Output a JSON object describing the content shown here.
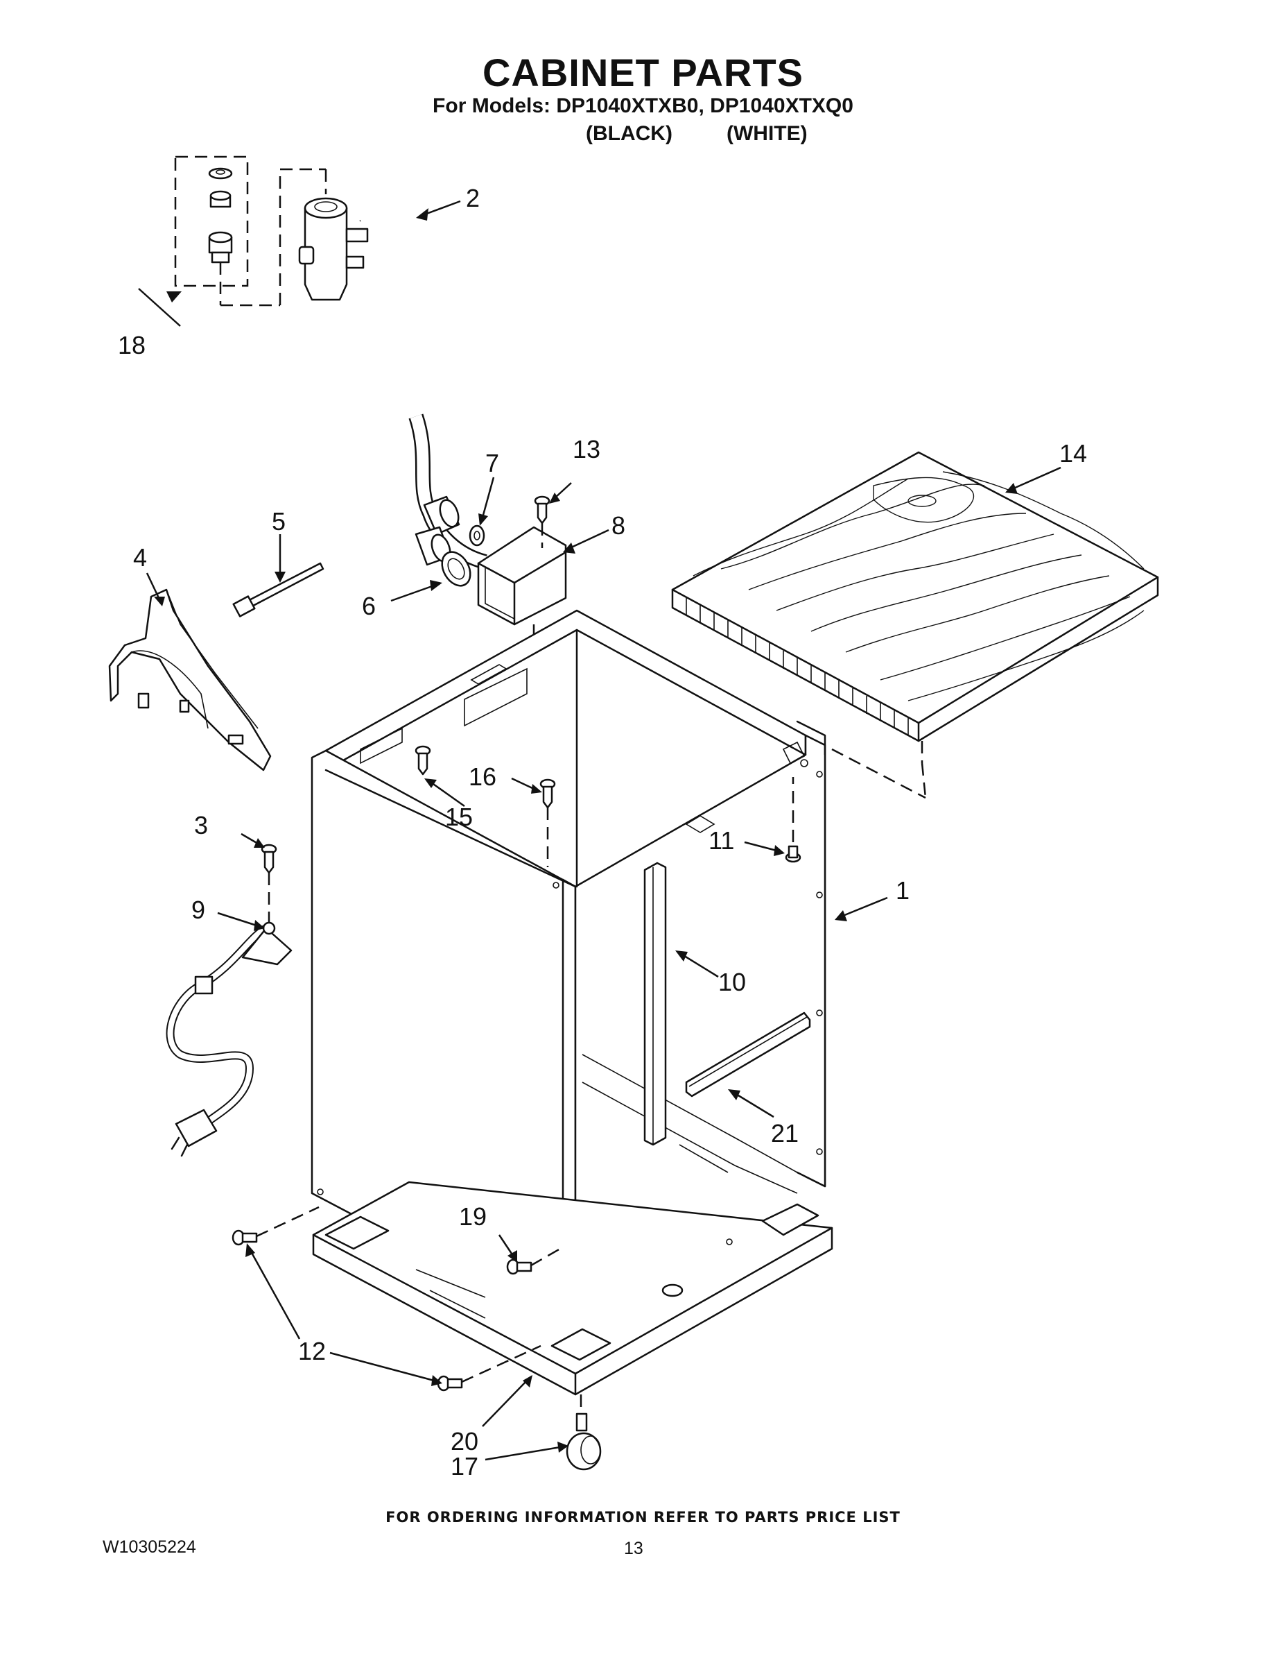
{
  "header": {
    "title": "CABINET PARTS",
    "subtitle": "For Models: DP1040XTXB0, DP1040XTXQ0",
    "color_black": "(BLACK)",
    "color_white": "(WHITE)"
  },
  "callouts": [
    "1",
    "2",
    "3",
    "4",
    "5",
    "6",
    "7",
    "8",
    "9",
    "10",
    "11",
    "12",
    "13",
    "14",
    "15",
    "16",
    "17",
    "18",
    "19",
    "20",
    "21"
  ],
  "footer": {
    "ordering_note": "FOR ORDERING INFORMATION REFER TO PARTS PRICE LIST",
    "doc_number": "W10305224",
    "page_number": "13"
  }
}
